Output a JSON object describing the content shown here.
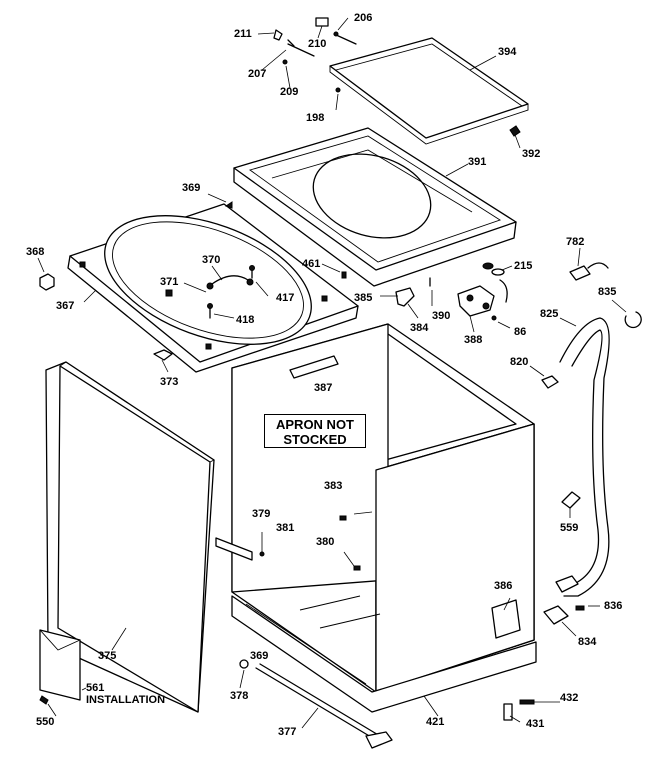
{
  "note": {
    "line1": "APRON NOT",
    "line2": "STOCKED"
  },
  "install_label": {
    "code": "561",
    "word": "INSTALLATION"
  },
  "parts": [
    {
      "id": "p211",
      "label": "211"
    },
    {
      "id": "p210",
      "label": "210"
    },
    {
      "id": "p206",
      "label": "206"
    },
    {
      "id": "p207",
      "label": "207"
    },
    {
      "id": "p209",
      "label": "209"
    },
    {
      "id": "p198",
      "label": "198"
    },
    {
      "id": "p394",
      "label": "394"
    },
    {
      "id": "p392",
      "label": "392"
    },
    {
      "id": "p391",
      "label": "391"
    },
    {
      "id": "p369a",
      "label": "369"
    },
    {
      "id": "p368",
      "label": "368"
    },
    {
      "id": "p370",
      "label": "370"
    },
    {
      "id": "p371",
      "label": "371"
    },
    {
      "id": "p417",
      "label": "417"
    },
    {
      "id": "p418",
      "label": "418"
    },
    {
      "id": "p461",
      "label": "461"
    },
    {
      "id": "p367",
      "label": "367"
    },
    {
      "id": "p373",
      "label": "373"
    },
    {
      "id": "p215",
      "label": "215"
    },
    {
      "id": "p385",
      "label": "385"
    },
    {
      "id": "p390",
      "label": "390"
    },
    {
      "id": "p384",
      "label": "384"
    },
    {
      "id": "p388",
      "label": "388"
    },
    {
      "id": "p86",
      "label": "86"
    },
    {
      "id": "p782",
      "label": "782"
    },
    {
      "id": "p835",
      "label": "835"
    },
    {
      "id": "p825",
      "label": "825"
    },
    {
      "id": "p820",
      "label": "820"
    },
    {
      "id": "p387",
      "label": "387"
    },
    {
      "id": "p383",
      "label": "383"
    },
    {
      "id": "p379",
      "label": "379"
    },
    {
      "id": "p381",
      "label": "381"
    },
    {
      "id": "p380",
      "label": "380"
    },
    {
      "id": "p559",
      "label": "559"
    },
    {
      "id": "p386",
      "label": "386"
    },
    {
      "id": "p836",
      "label": "836"
    },
    {
      "id": "p834",
      "label": "834"
    },
    {
      "id": "p375",
      "label": "375"
    },
    {
      "id": "p369b",
      "label": "369"
    },
    {
      "id": "p378",
      "label": "378"
    },
    {
      "id": "p432",
      "label": "432"
    },
    {
      "id": "p421",
      "label": "421"
    },
    {
      "id": "p431",
      "label": "431"
    },
    {
      "id": "p377",
      "label": "377"
    },
    {
      "id": "p550",
      "label": "550"
    }
  ]
}
